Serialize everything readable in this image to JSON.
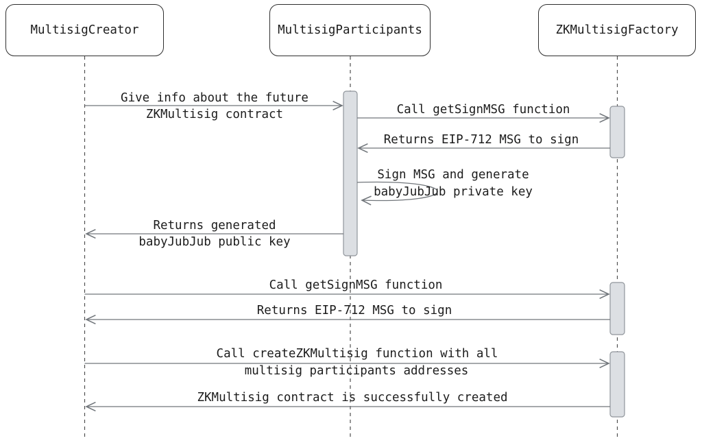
{
  "diagram": {
    "type": "sequence",
    "participants": [
      {
        "id": "creator",
        "label": "MultisigCreator"
      },
      {
        "id": "participants",
        "label": "MultisigParticipants"
      },
      {
        "id": "factory",
        "label": "ZKMultisigFactory"
      }
    ],
    "messages": [
      {
        "from": "MultisigCreator",
        "to": "MultisigParticipants",
        "arrow": "solid_open",
        "self": false,
        "lines": [
          "Give info about the future",
          "ZKMultisig contract"
        ]
      },
      {
        "from": "MultisigParticipants",
        "to": "ZKMultisigFactory",
        "arrow": "solid_open",
        "self": false,
        "lines": [
          "Call getSignMSG function"
        ]
      },
      {
        "from": "ZKMultisigFactory",
        "to": "MultisigParticipants",
        "arrow": "solid_open",
        "self": false,
        "lines": [
          "Returns EIP-712 MSG to sign"
        ]
      },
      {
        "from": "MultisigParticipants",
        "to": "MultisigParticipants",
        "arrow": "solid_open",
        "self": true,
        "lines": [
          "Sign MSG and generate",
          "babyJubJub private key"
        ]
      },
      {
        "from": "MultisigParticipants",
        "to": "MultisigCreator",
        "arrow": "solid_open",
        "self": false,
        "lines": [
          "Returns generated",
          "babyJubJub public key"
        ]
      },
      {
        "from": "MultisigCreator",
        "to": "ZKMultisigFactory",
        "arrow": "solid_open",
        "self": false,
        "lines": [
          "Call getSignMSG function"
        ]
      },
      {
        "from": "ZKMultisigFactory",
        "to": "MultisigCreator",
        "arrow": "solid_open",
        "self": false,
        "lines": [
          "Returns EIP-712 MSG to sign"
        ]
      },
      {
        "from": "MultisigCreator",
        "to": "ZKMultisigFactory",
        "arrow": "solid_open",
        "self": false,
        "lines": [
          "Call createZKMultisig function with all",
          "multisig participants addresses"
        ]
      },
      {
        "from": "ZKMultisigFactory",
        "to": "MultisigCreator",
        "arrow": "solid_open",
        "self": false,
        "lines": [
          "ZKMultisig contract is successfully created"
        ]
      }
    ],
    "activations": [
      {
        "participant": "MultisigParticipants",
        "span": "messages 1-5"
      },
      {
        "participant": "ZKMultisigFactory",
        "span": "messages 2-3"
      },
      {
        "participant": "ZKMultisigFactory",
        "span": "messages 6-7"
      },
      {
        "participant": "ZKMultisigFactory",
        "span": "messages 8-9"
      }
    ],
    "colors": {
      "background": "#ffffff",
      "box_fill": "#ffffff",
      "box_border": "#2e2e2e",
      "lifeline": "#4f4f4f",
      "arrow": "#71767b",
      "activation_fill": "#dcdfe3",
      "activation_border": "#90959b",
      "text": "#1c1c1c"
    }
  }
}
